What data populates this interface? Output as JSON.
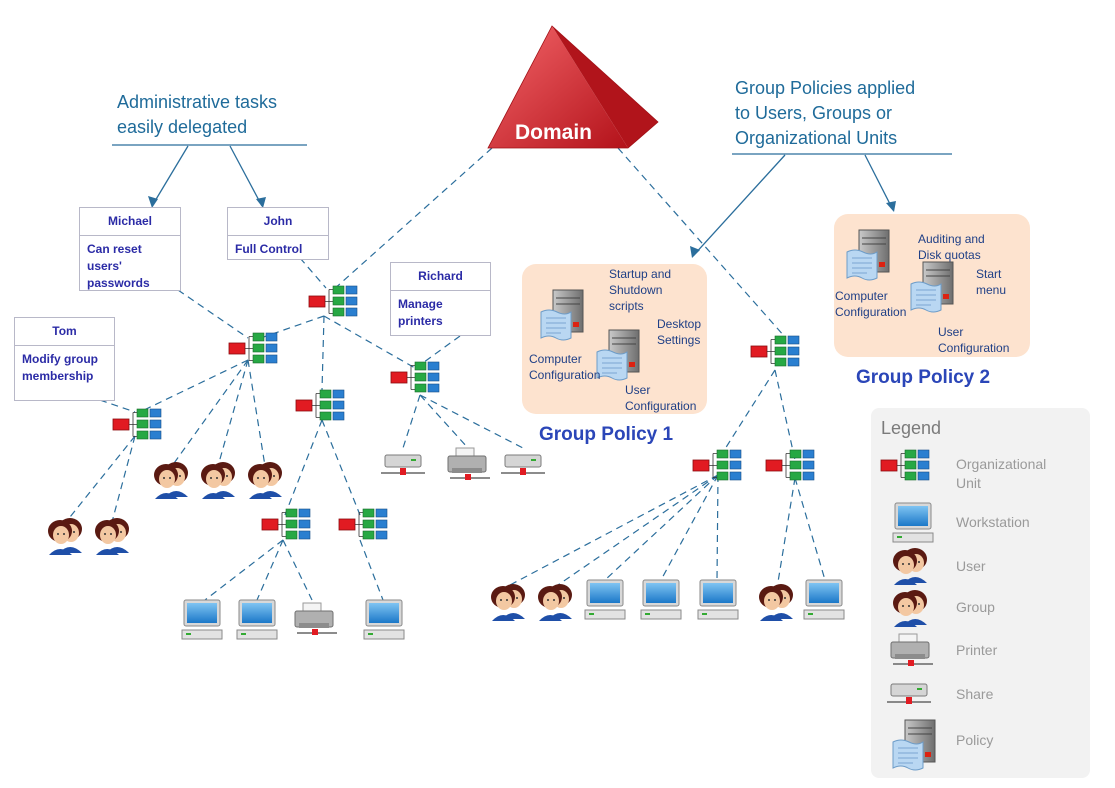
{
  "domain_label": "Domain",
  "callouts": {
    "admin": [
      "Administrative tasks",
      "easily delegated"
    ],
    "policies": [
      "Group Policies applied",
      "to Users, Groups or",
      "Organizational Units"
    ]
  },
  "cards": {
    "michael": {
      "name": "Michael",
      "desc": [
        "Can reset users'",
        "passwords"
      ]
    },
    "john": {
      "name": "John",
      "desc": [
        "Full Control"
      ]
    },
    "tom": {
      "name": "Tom",
      "desc": [
        "Modify group",
        "membership"
      ]
    },
    "richard": {
      "name": "Richard",
      "desc": [
        "Manage",
        "printers"
      ]
    }
  },
  "group_policy_1": {
    "title": "Group Policy 1",
    "startup": [
      "Startup and",
      "Shutdown",
      "scripts"
    ],
    "desktop": [
      "Desktop",
      "Settings"
    ],
    "computer": [
      "Computer",
      "Configuration"
    ],
    "user": [
      "User",
      "Configuration"
    ]
  },
  "group_policy_2": {
    "title": "Group Policy 2",
    "auditing": [
      "Auditing and",
      "Disk quotas"
    ],
    "start": [
      "Start",
      "menu"
    ],
    "computer": [
      "Computer",
      "Configuration"
    ],
    "user": [
      "User",
      "Configuration"
    ]
  },
  "legend": {
    "title": "Legend",
    "items": [
      {
        "icon": "organizational-unit-icon",
        "label": [
          "Organizational",
          "Unit"
        ]
      },
      {
        "icon": "workstation-icon",
        "label": [
          "Workstation"
        ]
      },
      {
        "icon": "user-icon",
        "label": [
          "User"
        ]
      },
      {
        "icon": "group-icon",
        "label": [
          "Group"
        ]
      },
      {
        "icon": "printer-icon",
        "label": [
          "Printer"
        ]
      },
      {
        "icon": "share-icon",
        "label": [
          "Share"
        ]
      },
      {
        "icon": "policy-icon",
        "label": [
          "Policy"
        ]
      }
    ]
  },
  "colors": {
    "connector": "#2b6e9c",
    "callout_text": "#1f6b9a",
    "ou_red": "#e11b22",
    "ou_green": "#27a844",
    "ou_blue": "#2a7fd0",
    "domain_red": "#e0242c",
    "policy_box": "#fde3cf",
    "policy_title": "#2b46b8",
    "card_text": "#2b2ba6"
  }
}
